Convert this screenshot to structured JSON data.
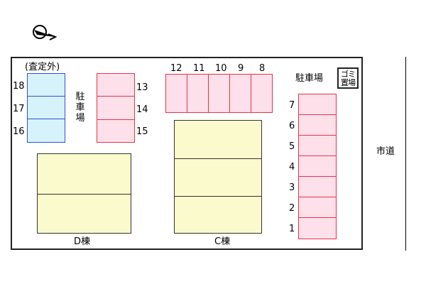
{
  "outside_label": "(査定外)",
  "parking_label_left": "駐車場",
  "parking_label_right": "駐車場",
  "garbage_label": "ゴミ置場",
  "road_label": "市道",
  "building_d_label": "D棟",
  "building_c_label": "C棟",
  "parking_left_blue": [
    "18",
    "17",
    "16"
  ],
  "parking_left_pink": [
    "13",
    "14",
    "15"
  ],
  "parking_top": [
    "12",
    "11",
    "10",
    "9",
    "8"
  ],
  "parking_right": [
    "7",
    "6",
    "5",
    "4",
    "3",
    "2",
    "1"
  ],
  "colors": {
    "parking_fill": "#fde0ea",
    "parking_border": "#e8334a",
    "outside_fill": "#d6f2fb",
    "outside_border": "#2f4fd6",
    "building_fill": "#fafacc"
  },
  "icons": [
    "compass-north-icon"
  ]
}
